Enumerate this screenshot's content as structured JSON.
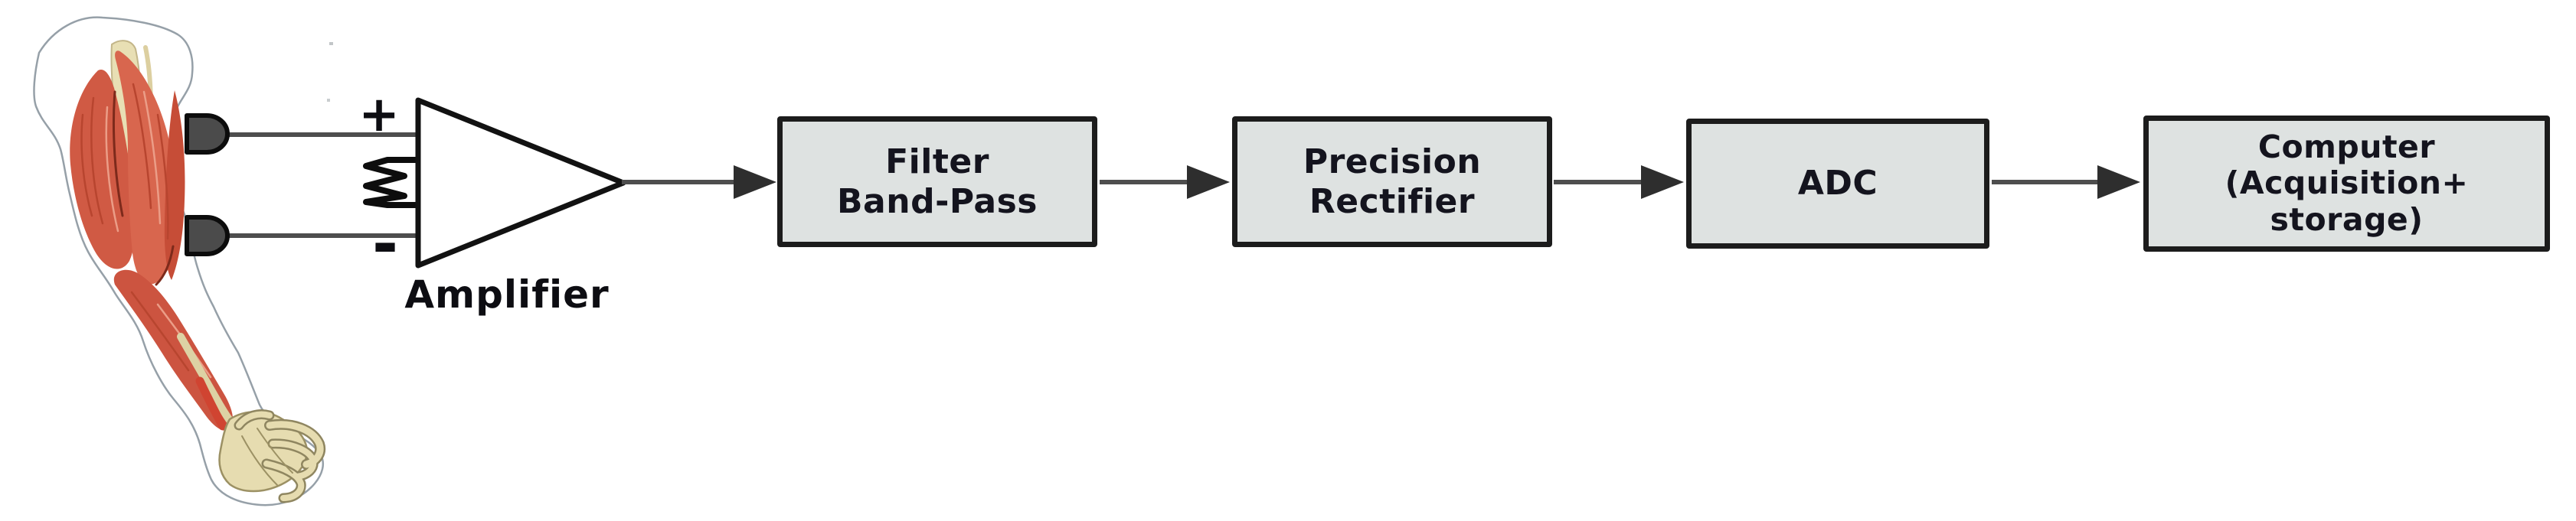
{
  "diagram": {
    "description_visible_text_only": true,
    "amplifier": {
      "label": "Amplifier",
      "plus_input": "+",
      "minus_input": "-"
    },
    "blocks": [
      {
        "id": "filter-band-pass",
        "label": "Filter\nBand-Pass"
      },
      {
        "id": "precision-rectifier",
        "label": "Precision\nRectifier"
      },
      {
        "id": "adc",
        "label": "ADC"
      },
      {
        "id": "computer",
        "label": "Computer\n(Acquisition+\nstorage)"
      }
    ],
    "graphics": {
      "arm_illustration": "arm-muscle-illustration",
      "electrode_top": "emg-electrode-icon",
      "electrode_bottom": "emg-electrode-icon",
      "amplifier_symbol": "op-amp-triangle-icon",
      "resistor_symbol": "resistor-zigzag-icon",
      "flow_arrow_count": 4
    },
    "colors": {
      "background": "#ffffff",
      "box_fill": "#dee2e1",
      "box_border": "#1c1c1c",
      "label_text": "#14141e",
      "wire": "#4e4e4e",
      "arrowhead": "#2e2e2e",
      "electrode_fill": "#4b4b4b",
      "muscle_red": "#d05a44",
      "tendon_cream": "#e8dfb4",
      "skin_outline": "#96a0a8"
    }
  }
}
